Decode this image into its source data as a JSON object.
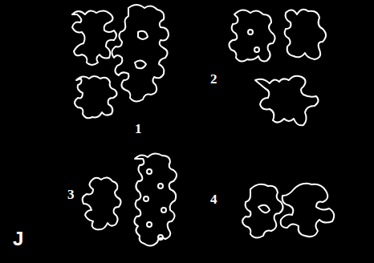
{
  "diagram": {
    "labels": [
      "1",
      "2",
      "3",
      "4",
      "J"
    ]
  }
}
